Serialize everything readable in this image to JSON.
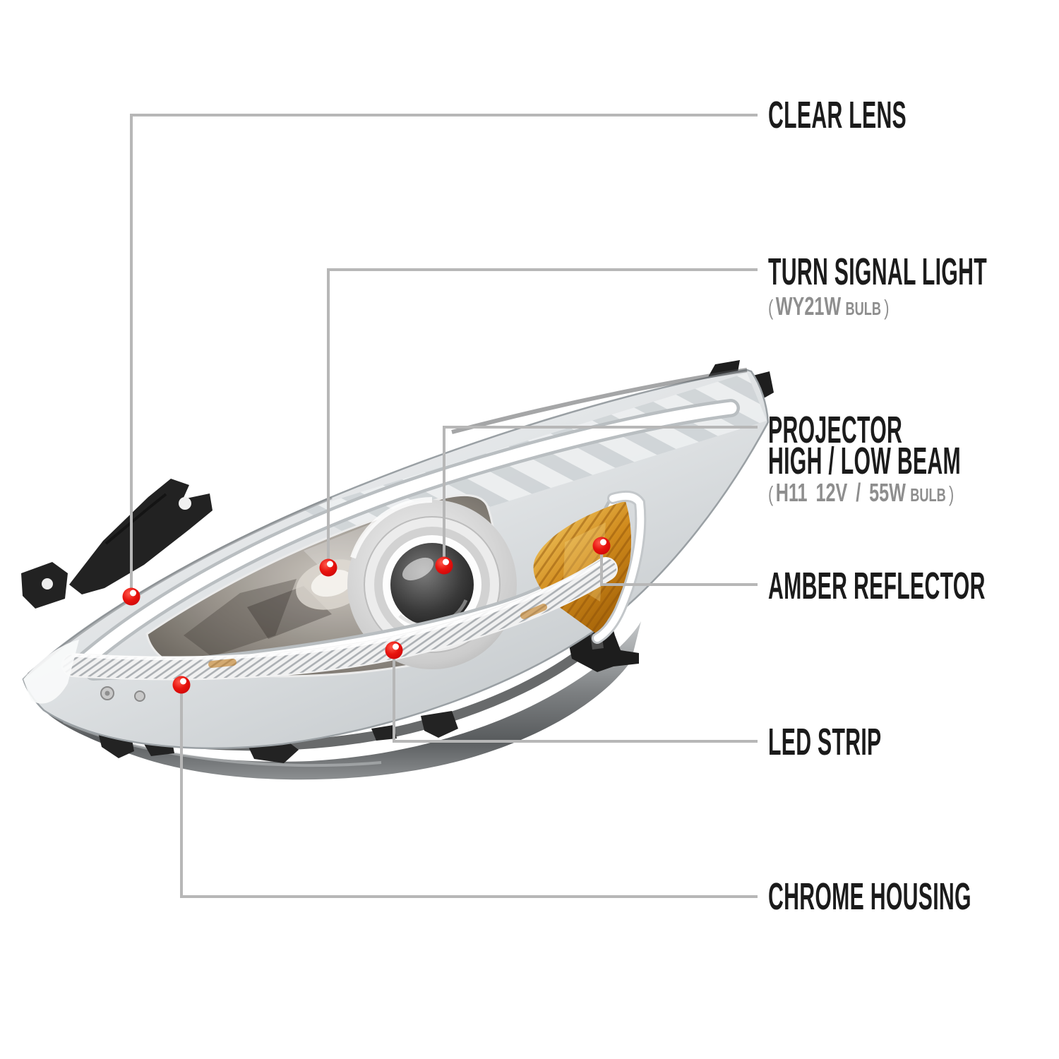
{
  "colors": {
    "background": "#ffffff",
    "leader_line": "#b7b7b7",
    "callout_dot": "#e30613",
    "label_text": "#1b1b1b",
    "bulb_text": "#8e8e8e",
    "amber_reflector": "#cf8a1f",
    "chrome_light": "#eff1f2",
    "chrome_dark": "#5f6163",
    "bracket_black": "#222222"
  },
  "callouts": {
    "clear_lens": {
      "label": "CLEAR LENS"
    },
    "turn_signal": {
      "label": "TURN SIGNAL LIGHT",
      "bulb_open": "(",
      "bulb_spec": "WY21W",
      "bulb_word": "BULB",
      "bulb_close": ")"
    },
    "projector": {
      "label_line1": "PROJECTOR",
      "label_line2": "HIGH / LOW BEAM",
      "bulb_open": "(",
      "bulb_spec": "H11 12V / 55W",
      "bulb_word": "BULB",
      "bulb_close": ")"
    },
    "amber_reflector": {
      "label": "AMBER REFLECTOR"
    },
    "led_strip": {
      "label": "LED STRIP"
    },
    "chrome_housing": {
      "label": "CHROME HOUSING"
    }
  }
}
